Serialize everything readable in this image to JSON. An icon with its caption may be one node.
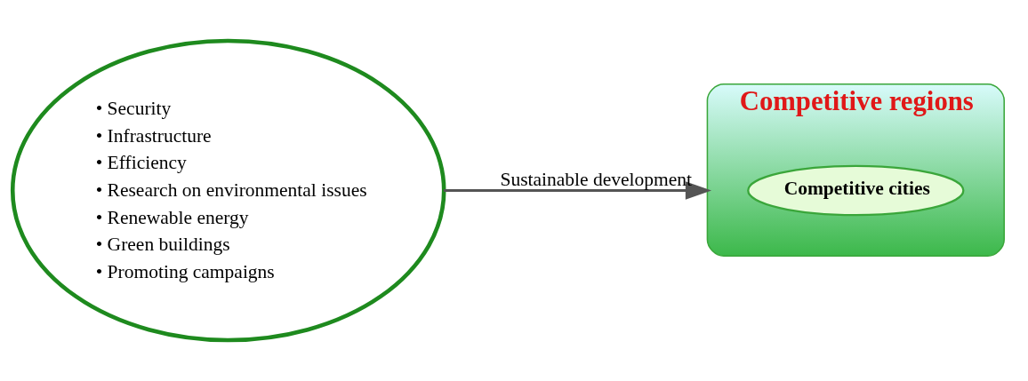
{
  "diagram": {
    "nodes": [
      {
        "text": [
          "• Security",
          "• Infrastructure",
          "• Efficiency",
          "• Research on environmental issues",
          "• Renewable energy",
          "• Green buildings",
          "• Promoting campaigns"
        ]
      },
      {
        "text": [
          "Competitive regions"
        ]
      },
      {
        "text": [
          "Competitive cities"
        ],
        "in": 1
      }
    ],
    "edges": [
      {
        "from": 0,
        "to": 1,
        "arrow": "to",
        "label": "Sustainable development"
      }
    ]
  }
}
